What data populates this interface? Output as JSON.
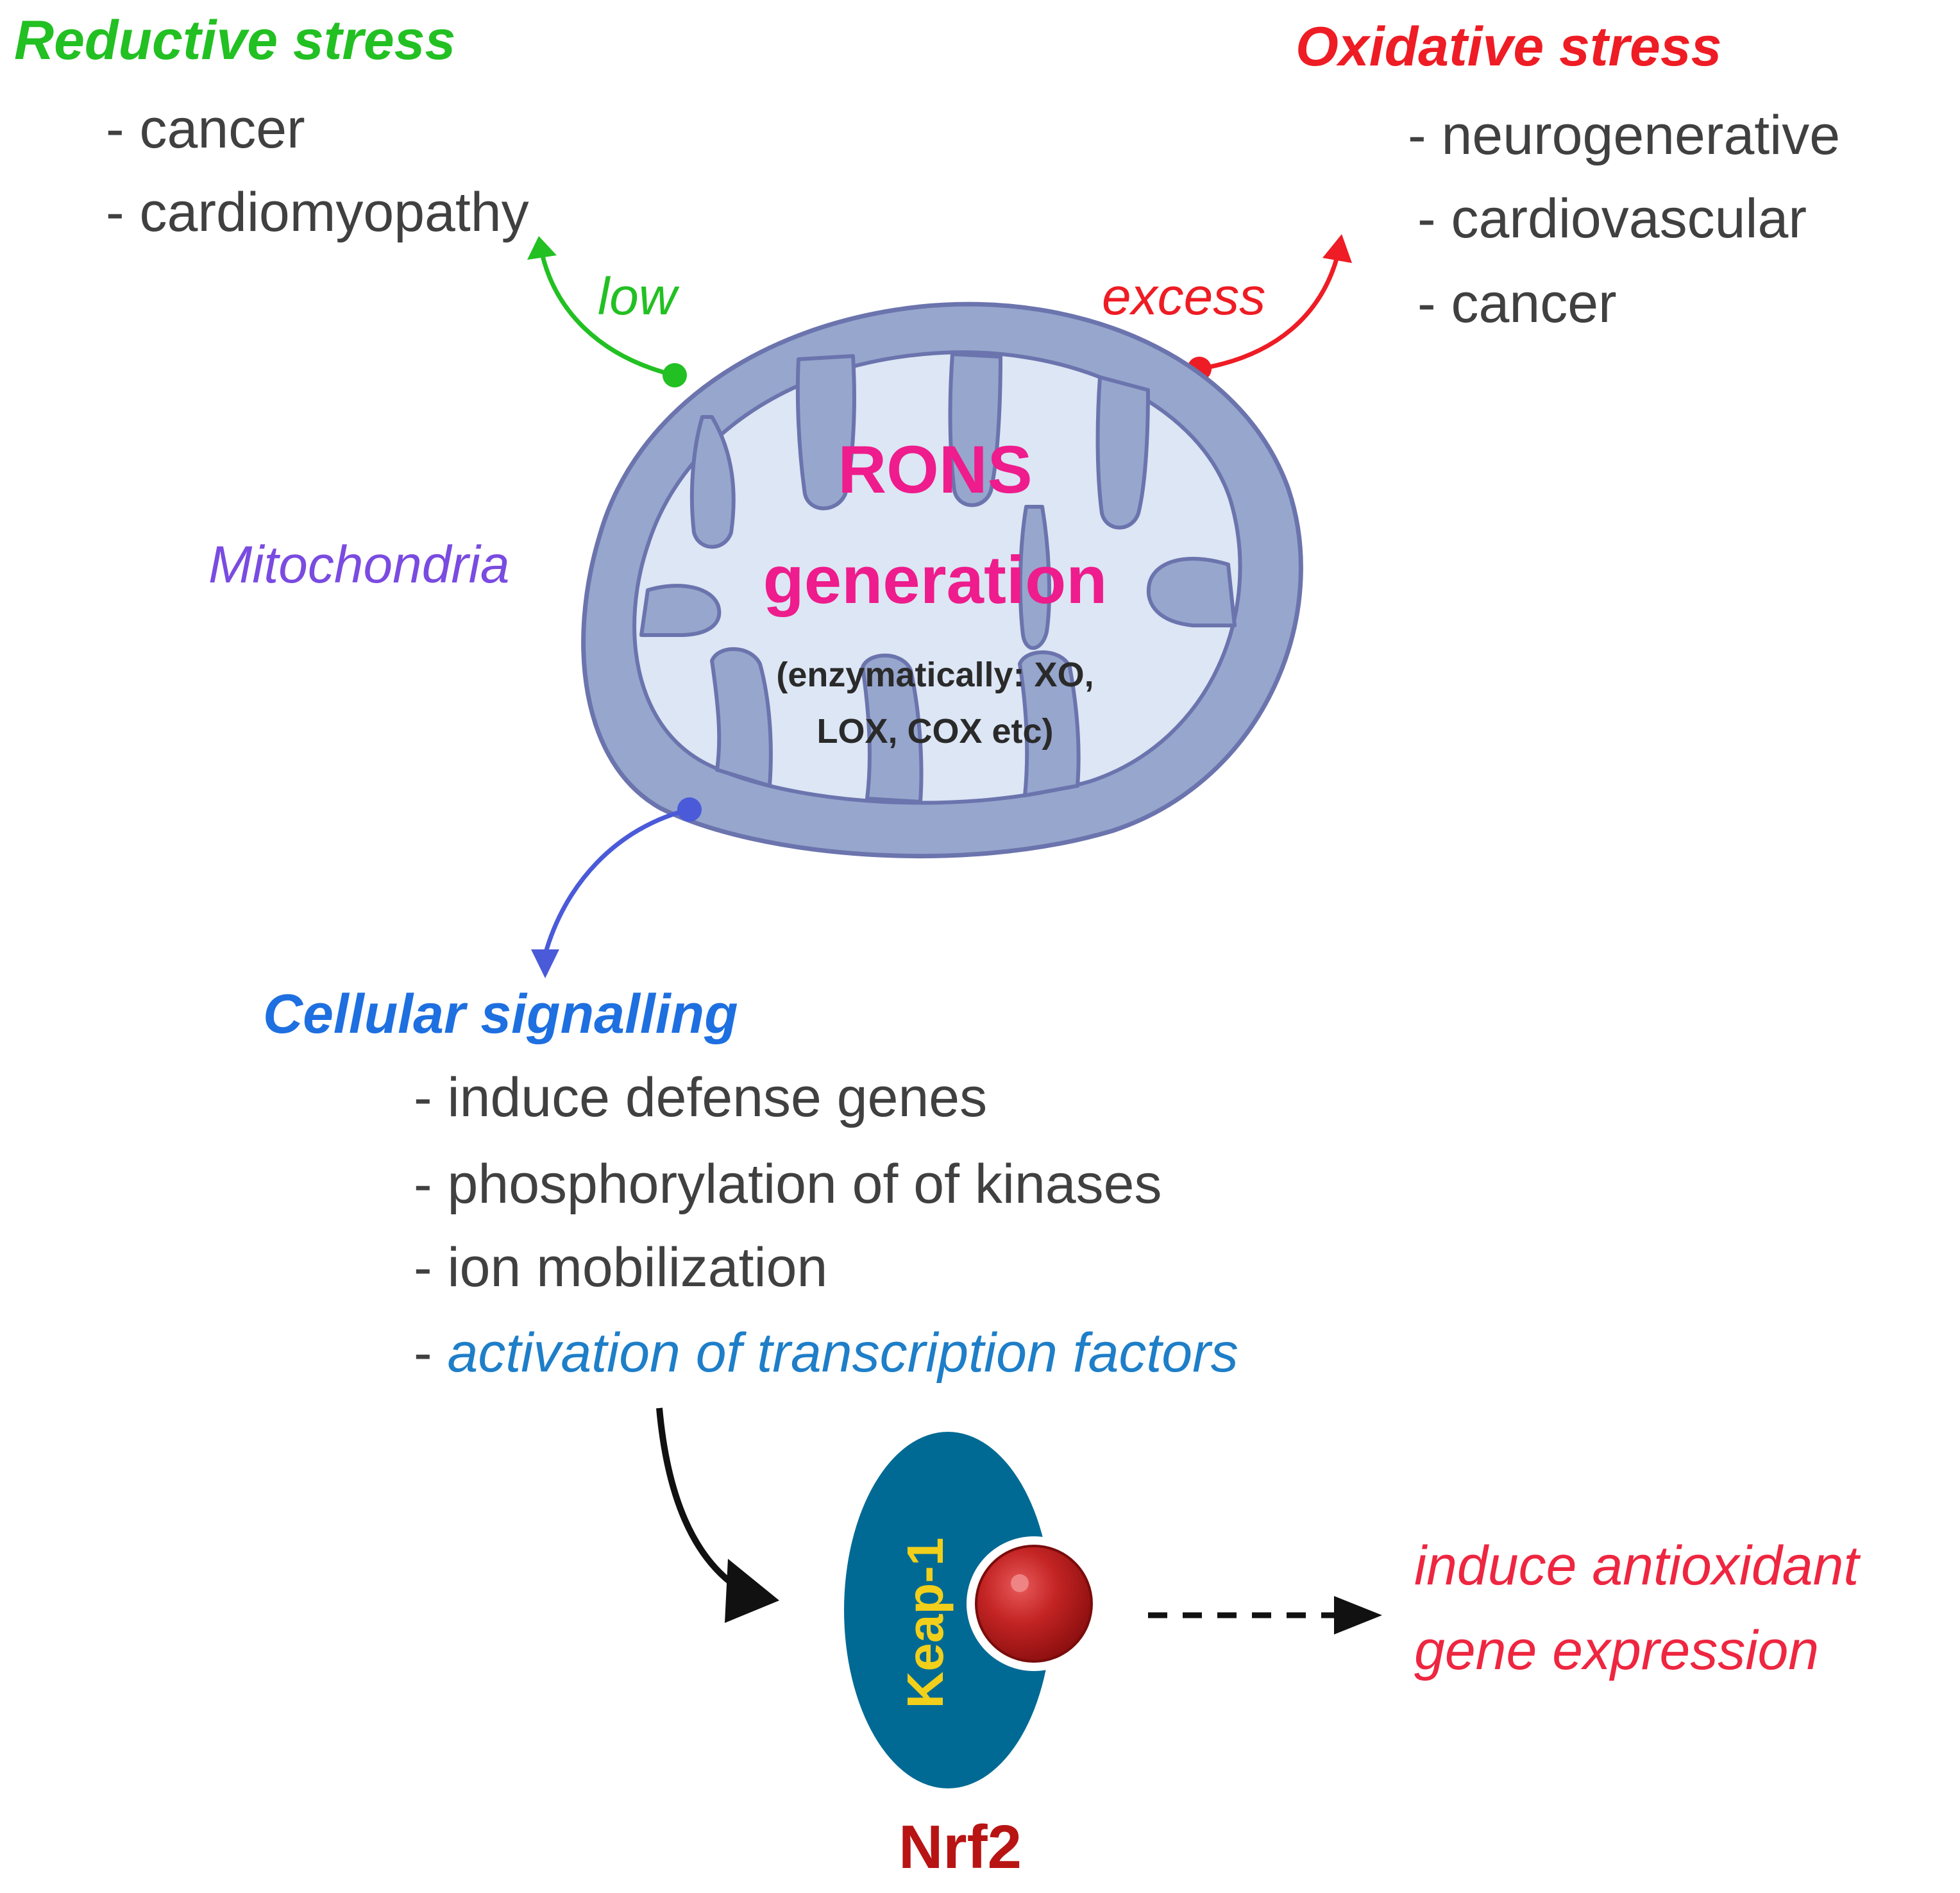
{
  "reductive": {
    "title": "Reductive stress",
    "items": [
      "- cancer",
      "- cardiomyopathy"
    ],
    "trigger": "low"
  },
  "oxidative": {
    "title": "Oxidative stress",
    "items": [
      "- neurogenerative",
      "- cardiovascular",
      "- cancer"
    ],
    "trigger": "excess"
  },
  "mitochondria": {
    "label": "Mitochondria",
    "center_title_line1": "RONS",
    "center_title_line2": "generation",
    "center_note_line1": "(enzymatically: XO,",
    "center_note_line2": "LOX, COX etc)"
  },
  "signalling": {
    "title": "Cellular signalling",
    "items": [
      "- induce defense genes",
      "- phosphorylation of of kinases",
      "- ion mobilization"
    ],
    "last_item_dash": "- ",
    "last_item_text": "activation of transcription factors"
  },
  "complex": {
    "keap_label": "Keap-1",
    "nrf_label": "Nrf2"
  },
  "outcome": {
    "line1": "induce antioxidant",
    "line2": "gene expression"
  },
  "colors": {
    "reductive": "#22c022",
    "oxidative": "#ee1c24",
    "mito_label": "#7a4be0",
    "rons": "#ee1c8c",
    "signalling": "#1e6fe0",
    "transcription": "#1e7ec8",
    "keap_body": "#006a94",
    "keap_text": "#f2cf1a",
    "nrf": "#b81414",
    "outcome": "#ee2640",
    "blue_arrow": "#4a5ad8"
  }
}
